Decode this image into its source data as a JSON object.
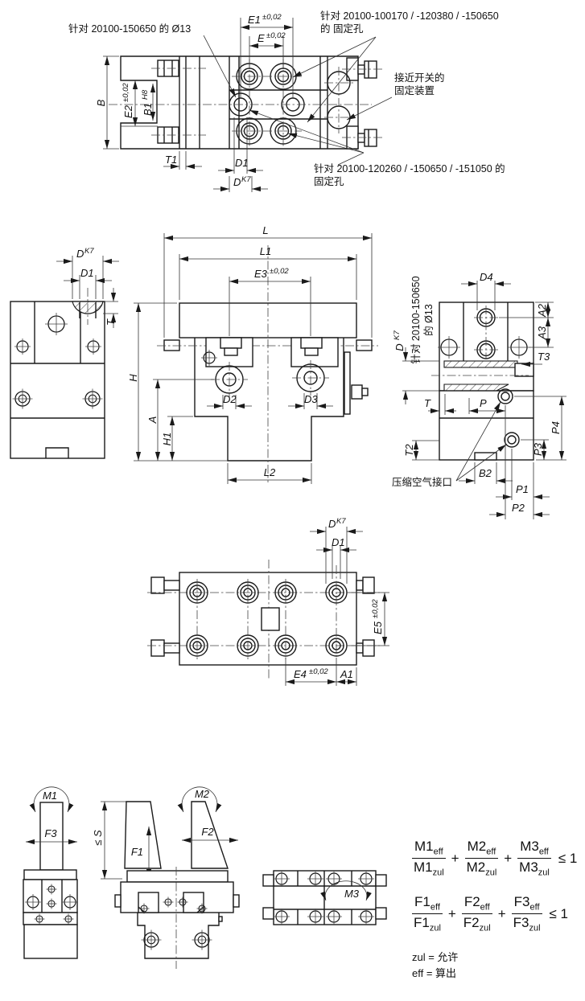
{
  "notes": {
    "top_left": "针对 20100-150650 的 Ø13",
    "top_right_line1": "针对 20100-100170 / -120380 / -150650",
    "top_right_line2": "的 固定孔",
    "switch_line1": "接近开关的",
    "switch_line2": "固定装置",
    "bottom_line1": "针对 20100-120260 / -150650 / -151050 的",
    "bottom_line2": "固定孔",
    "side_vert_line1": "针对 20100-150650",
    "side_vert_line2": "的 Ø13",
    "air": "压缩空气接口"
  },
  "dims": {
    "e1": "E1",
    "e": "E",
    "tol002": "±0,02",
    "b": "B",
    "e2": "E2",
    "b1": "B1",
    "h8": "H8",
    "t1": "T1",
    "d1": "D1",
    "d": "D",
    "k7": "K7",
    "l": "L",
    "l1": "L1",
    "e3": "E3",
    "h": "H",
    "a": "A",
    "h1": "H1",
    "d2": "D2",
    "d3": "D3",
    "l2": "L2",
    "t": "T",
    "d4": "D4",
    "a2": "A2",
    "a3": "A3",
    "t3": "T3",
    "p": "P",
    "t2": "T2",
    "p4": "P4",
    "p3": "P3",
    "b2": "B2",
    "p1": "P1",
    "p2": "P2",
    "e5": "E5",
    "e4": "E4",
    "a1": "A1",
    "m1": "M1",
    "m2": "M2",
    "m3": "M3",
    "f1": "F1",
    "f2": "F2",
    "f3": "F3",
    "s": "≤ S"
  },
  "formulas": {
    "rows": [
      {
        "terms": [
          "M1",
          "M2",
          "M3"
        ]
      },
      {
        "terms": [
          "F1",
          "F2",
          "F3"
        ]
      }
    ],
    "sub_eff": "eff",
    "sub_zul": "zul",
    "plus": "+",
    "result": "≤ 1",
    "legend_zul": "zul = 允许",
    "legend_eff": "eff = 算出"
  }
}
